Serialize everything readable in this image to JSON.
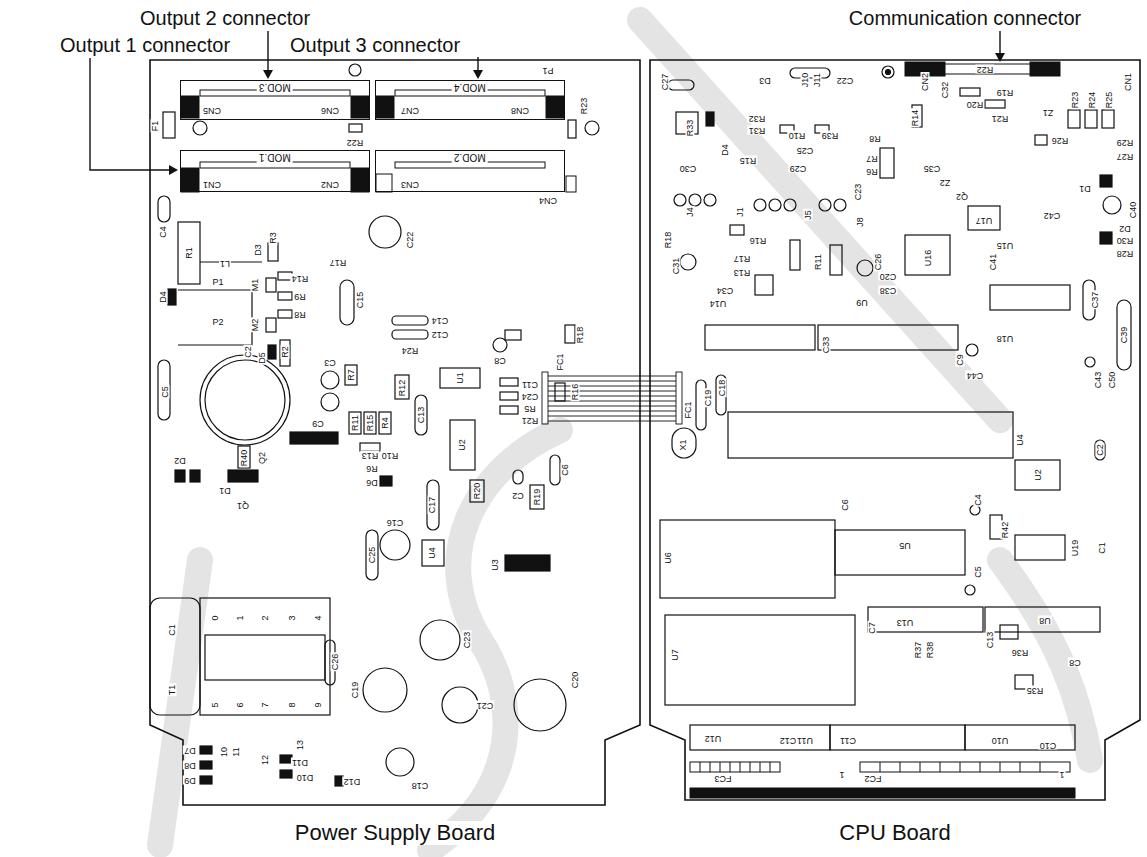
{
  "diagram": {
    "nodes": [
      {
        "text": [
          "Power Supply Board"
        ]
      },
      {
        "text": [
          "MOD.3"
        ],
        "in": 0
      },
      {
        "text": [
          "MOD.4"
        ],
        "in": 0
      },
      {
        "text": [
          "MOD.1"
        ],
        "in": 0
      },
      {
        "text": [
          "MOD.2"
        ],
        "in": 0
      },
      {
        "text": [
          "CPU Board"
        ]
      }
    ],
    "labels": [
      "Output 2 connector",
      "Output 1 connector",
      "Output 3 connector",
      "Communication connector",
      "CN5",
      "CN6",
      "CN7",
      "CN8",
      "P1",
      "CN1",
      "CN2",
      "CN3",
      "CN4",
      "F1",
      "R22",
      "R23",
      "R18",
      "FC1",
      "C4",
      "R1",
      "L1",
      "P1",
      "P2",
      "D3",
      "R3",
      "M1",
      "M2",
      "D4",
      "R14",
      "R17",
      "C15",
      "R9",
      "R8",
      "C22",
      "C14",
      "C12",
      "R24",
      "R16",
      "C8",
      "C11",
      "C24",
      "R5",
      "R21",
      "U1",
      "C2",
      "D5",
      "R2",
      "C3",
      "R7",
      "C5",
      "R12",
      "C13",
      "R11",
      "R15",
      "R4",
      "C9",
      "R40",
      "Q2",
      "D2",
      "D1",
      "Q1",
      "R13",
      "R10",
      "R6",
      "D6",
      "U2",
      "C6",
      "C2",
      "C17",
      "R20",
      "R19",
      "C16",
      "U4",
      "C25",
      "C23",
      "U3",
      "C19",
      "C26",
      "C21",
      "C20",
      "C18",
      "C1",
      "T1",
      "0",
      "1",
      "2",
      "3",
      "4",
      "5",
      "6",
      "7",
      "8",
      "9",
      "10",
      "11",
      "12",
      "13",
      "D7",
      "D8",
      "D9",
      "D11",
      "D10",
      "D12",
      "C27",
      "D3",
      "J10",
      "J11",
      "C22",
      "CN2",
      "C32",
      "R22",
      "R19",
      "R20",
      "R21",
      "Z1",
      "R23",
      "R24",
      "R25",
      "CN1",
      "R14",
      "R26",
      "R29",
      "R27",
      "R33",
      "R32",
      "R31",
      "D4",
      "R15",
      "R10",
      "R39",
      "R8",
      "C30",
      "C25",
      "C29",
      "R7",
      "R6",
      "C23",
      "C35",
      "Z2",
      "Q2",
      "U17",
      "C42",
      "D1",
      "C40",
      "D2",
      "R30",
      "R28",
      "J4",
      "J1",
      "J5",
      "J8",
      "R18",
      "R16",
      "R17",
      "C31",
      "R11",
      "R13",
      "C34",
      "U14",
      "C26",
      "C20",
      "C38",
      "U9",
      "U16",
      "U15",
      "C41",
      "C39",
      "C37",
      "U18",
      "C33",
      "C9",
      "C44",
      "C43",
      "C50",
      "C19",
      "C18",
      "FC1",
      "X1",
      "U4",
      "U2",
      "C2",
      "C6",
      "C4",
      "U5",
      "R42",
      "C5",
      "U6",
      "U19",
      "C1",
      "C7",
      "U7",
      "U13",
      "C13",
      "U8",
      "R38",
      "R37",
      "R36",
      "C8",
      "R35",
      "U12",
      "C12",
      "U11",
      "C11",
      "U10",
      "C10",
      "FC3",
      "1",
      "FC2",
      "1"
    ]
  }
}
